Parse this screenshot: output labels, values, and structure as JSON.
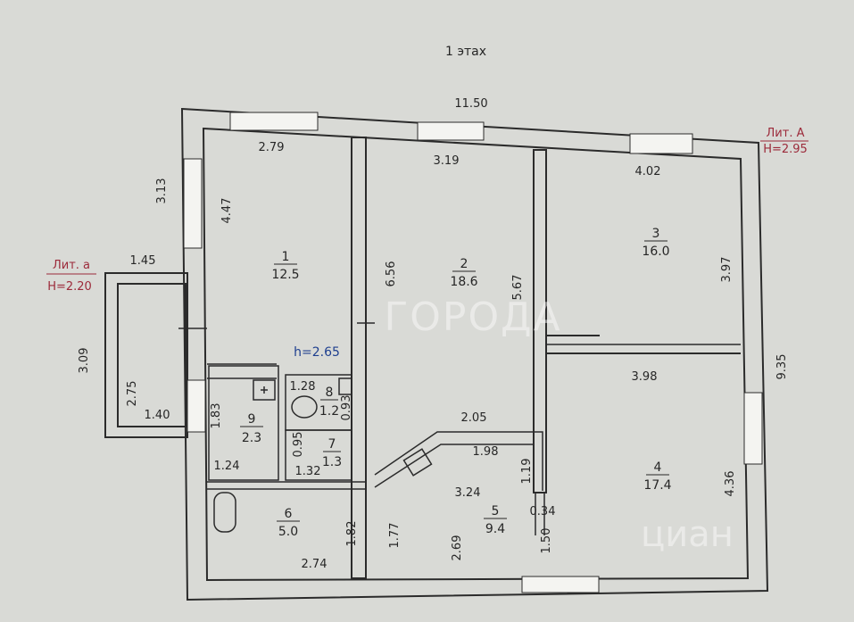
{
  "floor_title": "1 этах",
  "lit_a": {
    "label": "Лит. А",
    "height": "Н=2.95"
  },
  "lit_small_a": {
    "label": "Лит. а",
    "height": "Н=2.20"
  },
  "inner_height": "h=2.65",
  "watermark": {
    "text": "ГОРОДА",
    "brand": "циан"
  },
  "rooms": [
    {
      "num": "1",
      "area": "12.5"
    },
    {
      "num": "2",
      "area": "18.6"
    },
    {
      "num": "3",
      "area": "16.0"
    },
    {
      "num": "4",
      "area": "17.4"
    },
    {
      "num": "5",
      "area": "9.4"
    },
    {
      "num": "6",
      "area": "5.0"
    },
    {
      "num": "7",
      "area": "1.3"
    },
    {
      "num": "8",
      "area": "1.2"
    },
    {
      "num": "9",
      "area": "2.3"
    }
  ],
  "dimensions": {
    "d_11_50": "11.50",
    "d_2_79": "2.79",
    "d_3_19": "3.19",
    "d_4_02": "4.02",
    "d_3_13": "3.13",
    "d_4_47": "4.47",
    "d_6_56": "6.56",
    "d_5_67": "5.67",
    "d_3_97": "3.97",
    "d_9_35": "9.35",
    "d_1_45": "1.45",
    "d_3_09": "3.09",
    "d_2_75": "2.75",
    "d_1_40": "1.40",
    "d_1_28": "1.28",
    "d_0_93": "0.93",
    "d_1_83": "1.83",
    "d_3_98": "3.98",
    "d_2_05": "2.05",
    "d_1_98": "1.98",
    "d_0_95": "0.95",
    "d_1_24": "1.24",
    "d_1_32": "1.32",
    "d_1_19": "1.19",
    "d_4_36": "4.36",
    "d_3_24": "3.24",
    "d_0_34": "0.34",
    "d_1_82": "1.82",
    "d_1_77": "1.77",
    "d_2_69": "2.69",
    "d_1_50": "1.50",
    "d_2_74": "2.74"
  }
}
